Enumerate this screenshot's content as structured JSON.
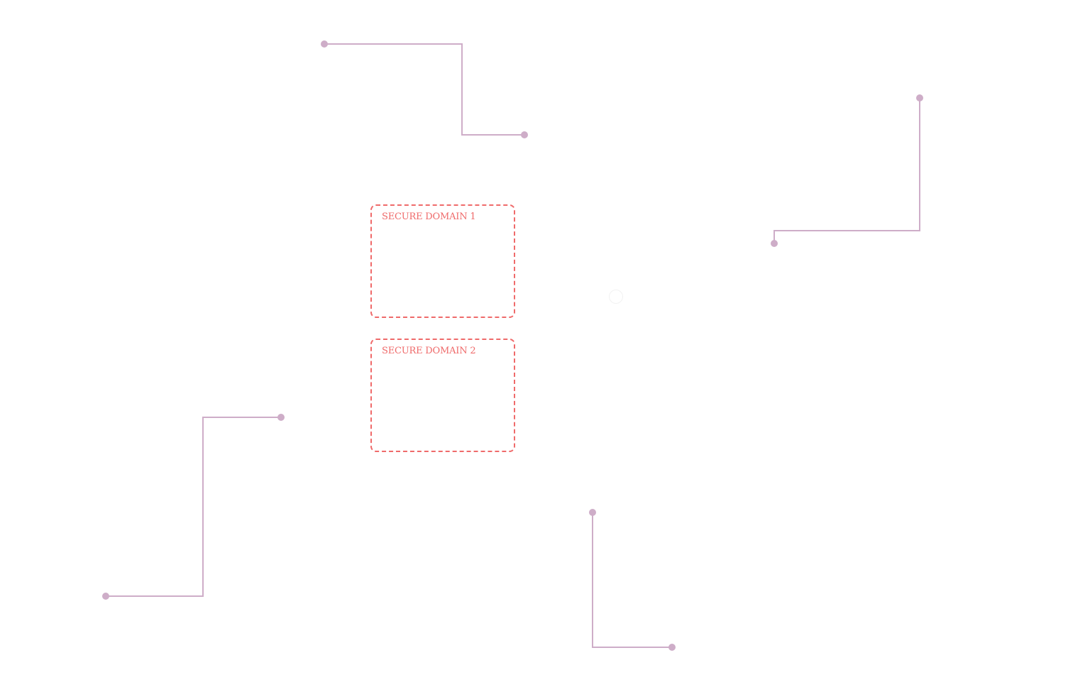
{
  "colors": {
    "connector": "#ceadc8",
    "domain_border": "#ef6a6a",
    "domain_label": "#ef6a6a",
    "background": "#ffffff"
  },
  "domains": [
    {
      "label": "SECURE DOMAIN 1"
    },
    {
      "label": "SECURE DOMAIN 2"
    }
  ],
  "connectors": [
    {
      "name": "connector-top-center"
    },
    {
      "name": "connector-top-right"
    },
    {
      "name": "connector-bottom-left"
    },
    {
      "name": "connector-bottom-center"
    }
  ]
}
